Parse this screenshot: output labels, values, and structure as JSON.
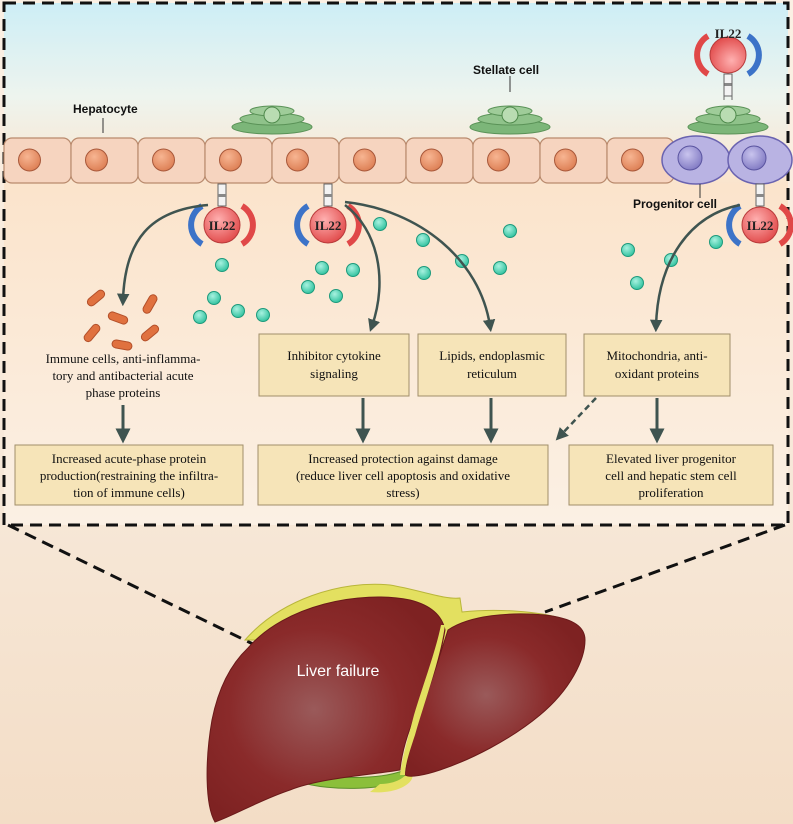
{
  "labels": {
    "hepatocyte": "Hepatocyte",
    "stellate": "Stellate cell",
    "progenitor": "Progenitor cell",
    "il22": "IL22",
    "liver": "Liver failure"
  },
  "boxes": {
    "immune": [
      "Immune cells, anti-inflamma-",
      "tory and antibacterial acute",
      "phase proteins"
    ],
    "inhibitor": [
      "Inhibitor cytokine",
      "signaling"
    ],
    "lipids": [
      "Lipids, endoplasmic",
      "reticulum"
    ],
    "mito": [
      "Mitochondria, anti-",
      "oxidant proteins"
    ],
    "acute": [
      "Increased acute-phase protein",
      "production(restraining the infiltra-",
      "tion of immune cells)"
    ],
    "protection": [
      "Increased protection against damage",
      "(reduce liver cell apoptosis and oxidative",
      "stress)"
    ],
    "progenitor_out": [
      "Elevated liver progenitor",
      "cell and hepatic stem cell",
      "proliferation"
    ]
  },
  "colors": {
    "cell": "#f6d4bf",
    "nucleus": "#e8946a",
    "stellate": "#8fc28a",
    "progenitor": "#8f88c8",
    "il22": "#e85a5a",
    "dot": "#4fd1b2",
    "bacterium": "#e0713f",
    "liver": "#8b2a2a",
    "gall": "#e3e060",
    "box": "#f6e4b8"
  }
}
